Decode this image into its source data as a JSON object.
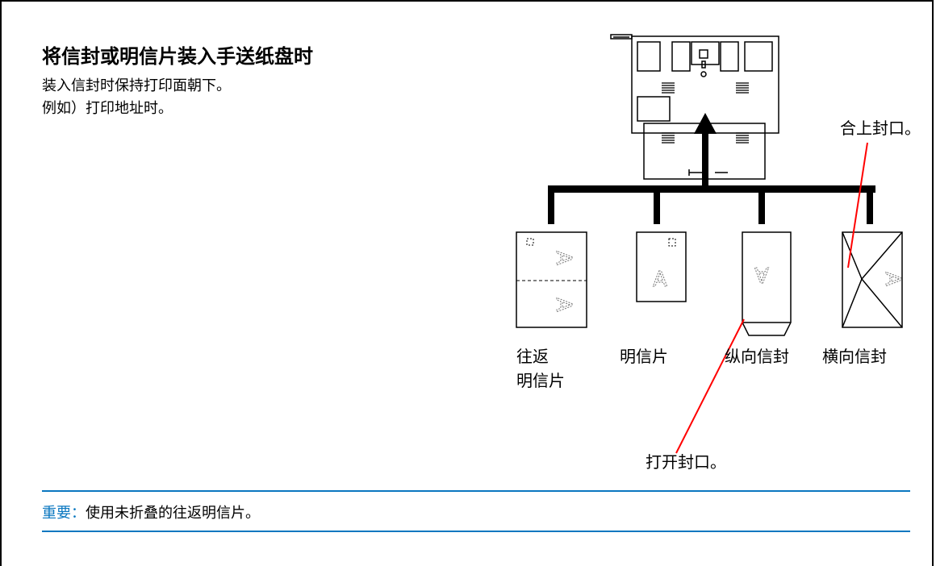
{
  "heading": "将信封或明信片装入手送纸盘时",
  "intro": {
    "line1": "装入信封时保持打印面朝下。",
    "line2": "例如）打印地址时。"
  },
  "diagram": {
    "labels": {
      "return_postcard_line1": "往返",
      "return_postcard_line2": "明信片",
      "postcard": "明信片",
      "portrait_envelope": "纵向信封",
      "landscape_envelope": "横向信封",
      "close_flap": "合上封口。",
      "open_flap": "打开封口。"
    },
    "paper_letter": "A",
    "accent_color": "#ff0000"
  },
  "note": {
    "label": "重要：",
    "text": "使用未折叠的往返明信片。",
    "color": "#0a77c0"
  }
}
